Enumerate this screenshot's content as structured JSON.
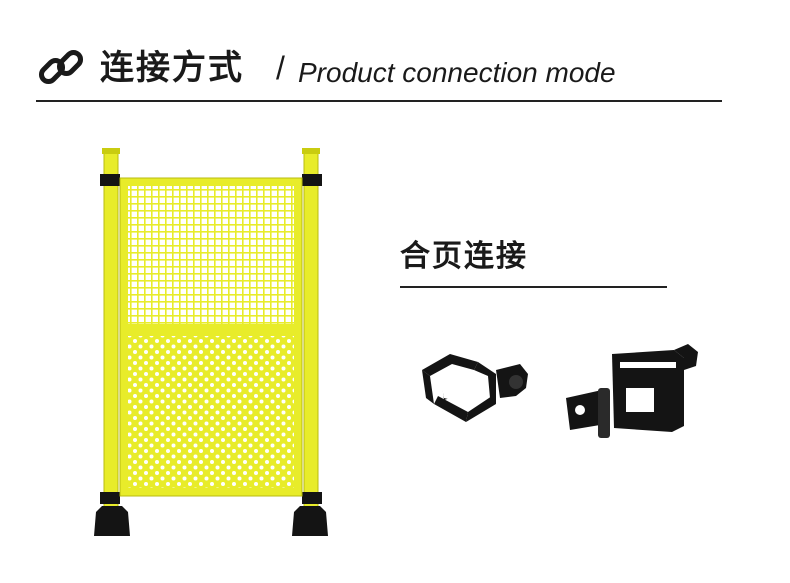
{
  "header": {
    "title_cn": "连接方式",
    "separator": "/",
    "title_en": "Product connection mode",
    "icon": "link-icon"
  },
  "section": {
    "title": "合页连接"
  },
  "colors": {
    "fence_yellow": "#e8ec2a",
    "fence_dark": "#c9cc10",
    "metal_black": "#141414",
    "text": "#1a1a1a"
  },
  "illustrations": {
    "fence": "fence-panel-illustration",
    "hinge_open": "hinge-clamp-illustration",
    "hinge_flat": "hinge-flat-illustration"
  }
}
